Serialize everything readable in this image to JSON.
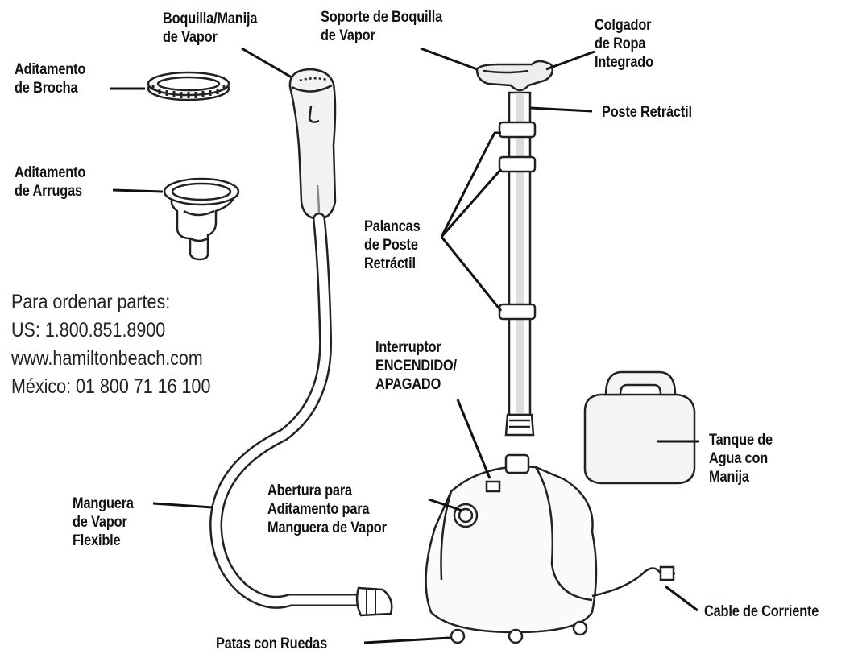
{
  "labels": {
    "nozzle_handle": [
      "Boquilla/Manija",
      "de Vapor"
    ],
    "nozzle_holder": [
      "Soporte de Boquilla",
      "de Vapor"
    ],
    "hanger": [
      "Colgador",
      "de Ropa",
      "Integrado"
    ],
    "brush": [
      "Aditamento",
      "de Brocha"
    ],
    "pole": "Poste Retráctil",
    "crease": [
      "Aditamento",
      "de Arrugas"
    ],
    "levers": [
      "Palancas",
      "de Poste",
      "Retráctil"
    ],
    "switch": [
      "Interruptor",
      "ENCENDIDO/",
      "APAGADO"
    ],
    "tank": [
      "Tanque de",
      "Agua con",
      "Manija"
    ],
    "hose_opening": [
      "Abertura para",
      "Aditamento para",
      "Manguera de Vapor"
    ],
    "hose": [
      "Manguera",
      "de Vapor",
      "Flexible"
    ],
    "cord": "Cable de Corriente",
    "feet": "Patas con Ruedas"
  },
  "contact": {
    "line1": "Para ordenar partes:",
    "line2": "US: 1.800.851.8900",
    "line3": "www.hamiltonbeach.com",
    "line4": "México: 01 800 71 16 100"
  }
}
